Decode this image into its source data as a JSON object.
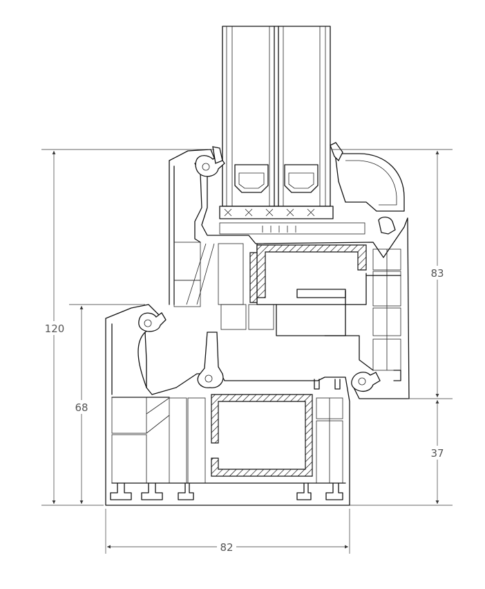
{
  "dimensions": {
    "total_height": "120",
    "sash_height": "83",
    "frame_height": "68",
    "lower_height": "37",
    "profile_width": "82"
  }
}
